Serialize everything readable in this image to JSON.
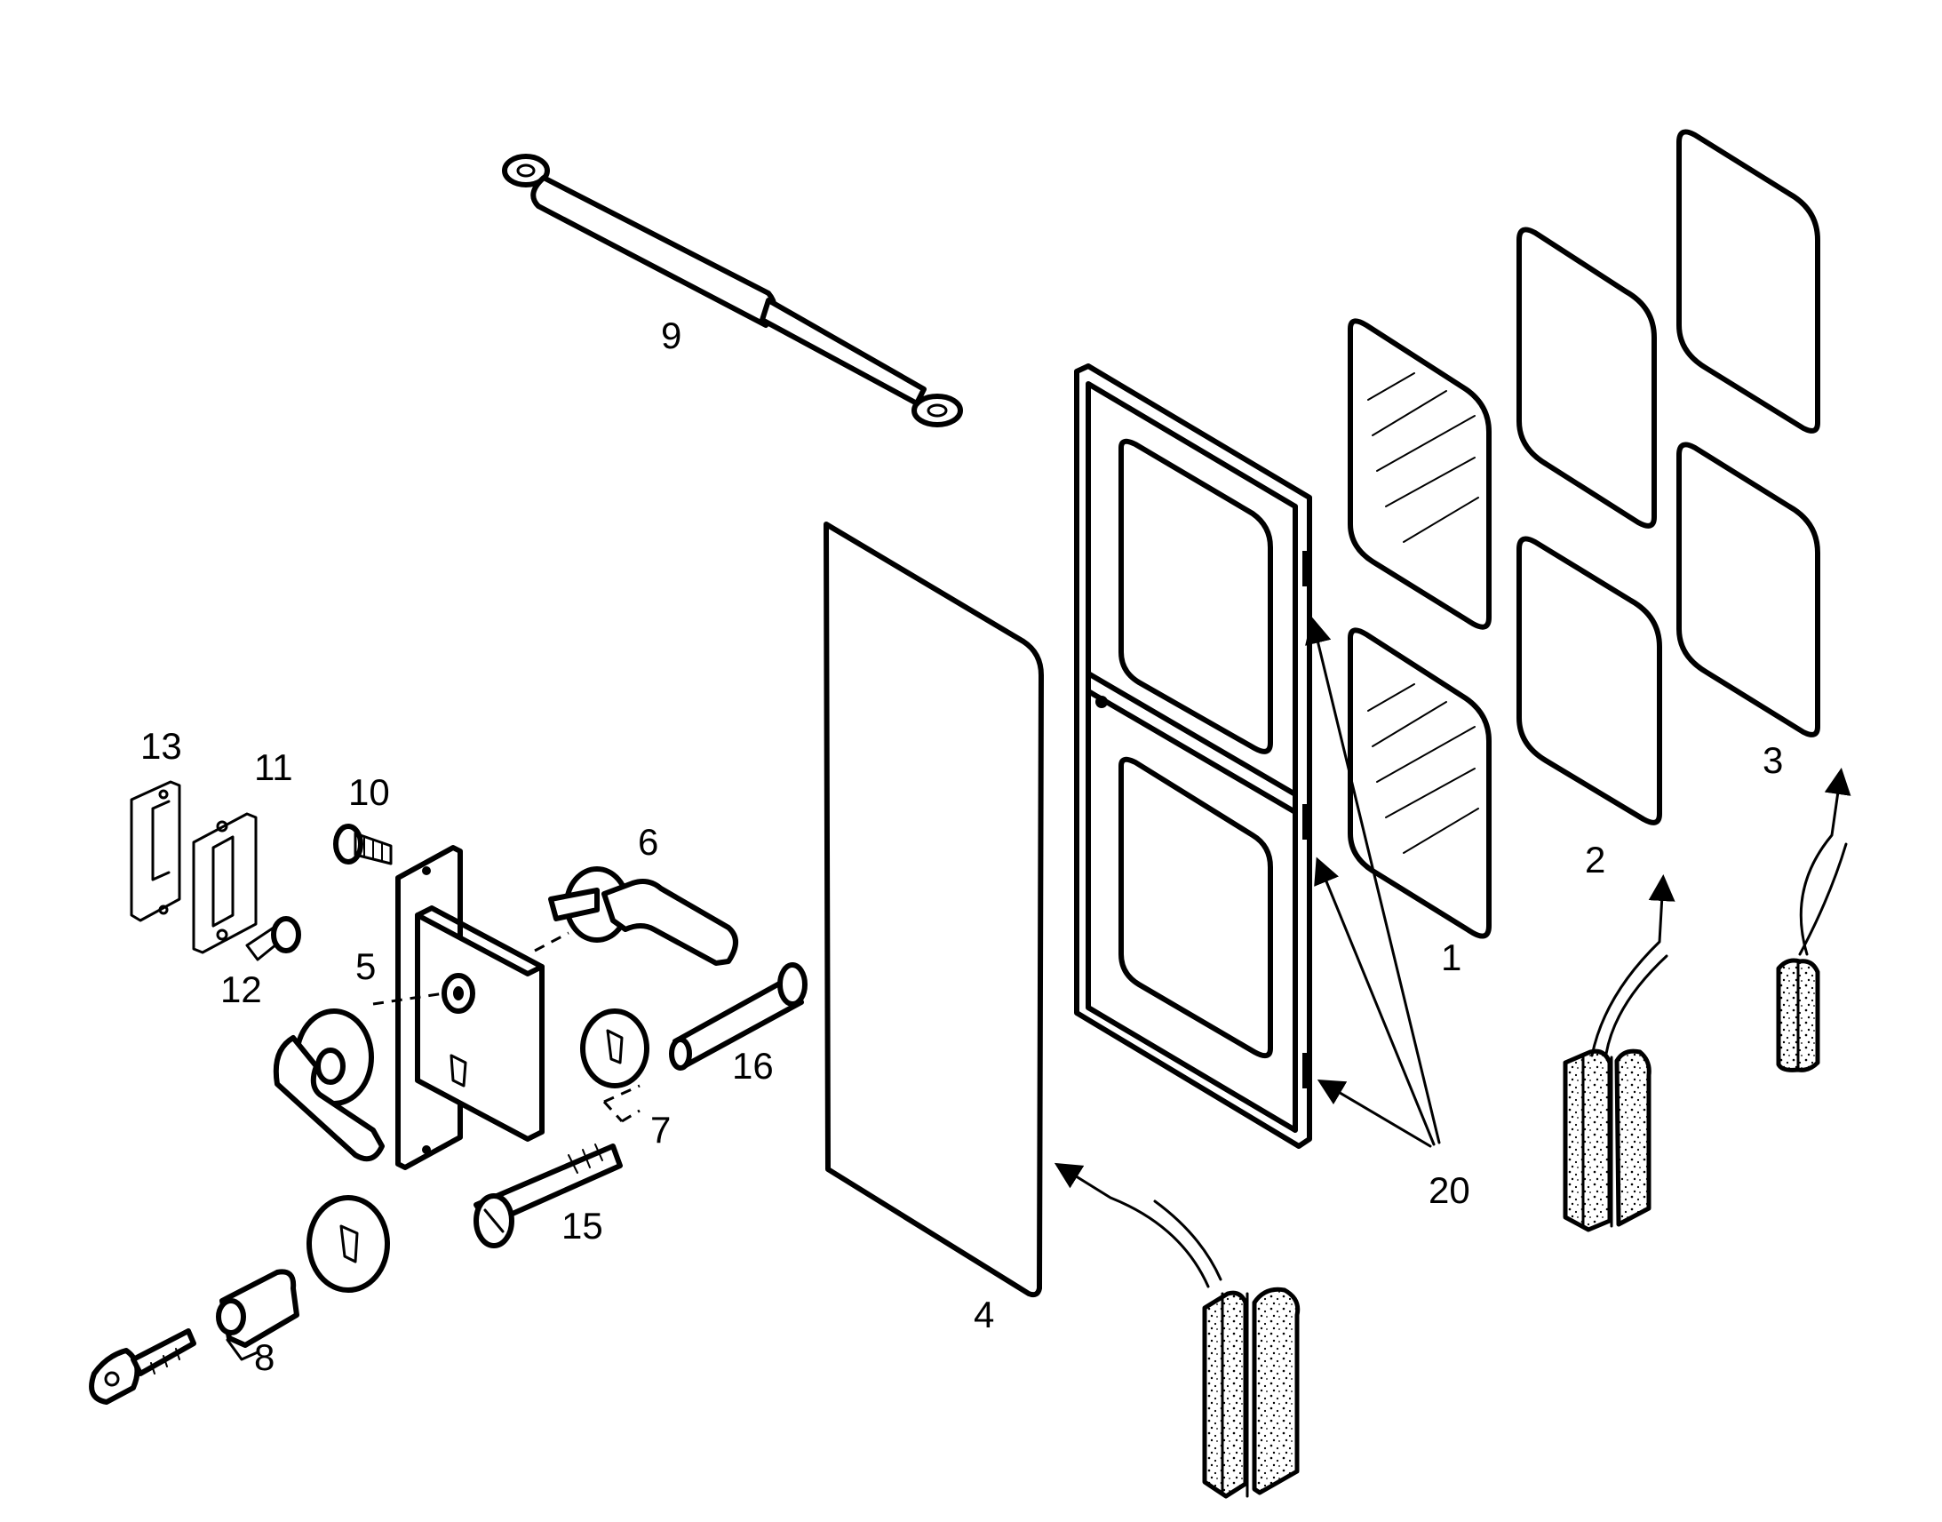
{
  "callouts": {
    "c1": "1",
    "c2": "2",
    "c3": "3",
    "c4": "4",
    "c5": "5",
    "c6": "6",
    "c7": "7",
    "c8": "8",
    "c9": "9",
    "c10": "10",
    "c11": "11",
    "c12": "12",
    "c13": "13",
    "c15": "15",
    "c16": "16",
    "c20": "20"
  }
}
